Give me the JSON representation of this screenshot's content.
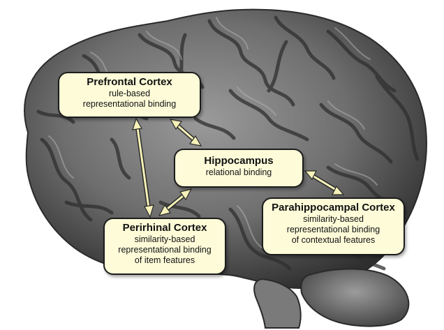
{
  "labels": {
    "prefrontal": {
      "title": "Prefrontal Cortex",
      "lines": [
        "rule-based",
        "representational binding"
      ]
    },
    "hippocampus": {
      "title": "Hippocampus",
      "lines": [
        "relational binding"
      ]
    },
    "perirhinal": {
      "title": "Perirhinal Cortex",
      "lines": [
        "similarity-based",
        "representational binding",
        "of item features"
      ]
    },
    "parahippocampal": {
      "title": "Parahippocampal Cortex",
      "lines": [
        "similarity-based",
        "representational binding",
        "of contextual features"
      ]
    }
  },
  "colors": {
    "box_fill": "#fdfbd8",
    "arrow": "#f6f1b8",
    "arrow_outline": "#2a2a2a",
    "brain_dark": "#3a3a3a",
    "brain_light": "#8c8c8c"
  }
}
